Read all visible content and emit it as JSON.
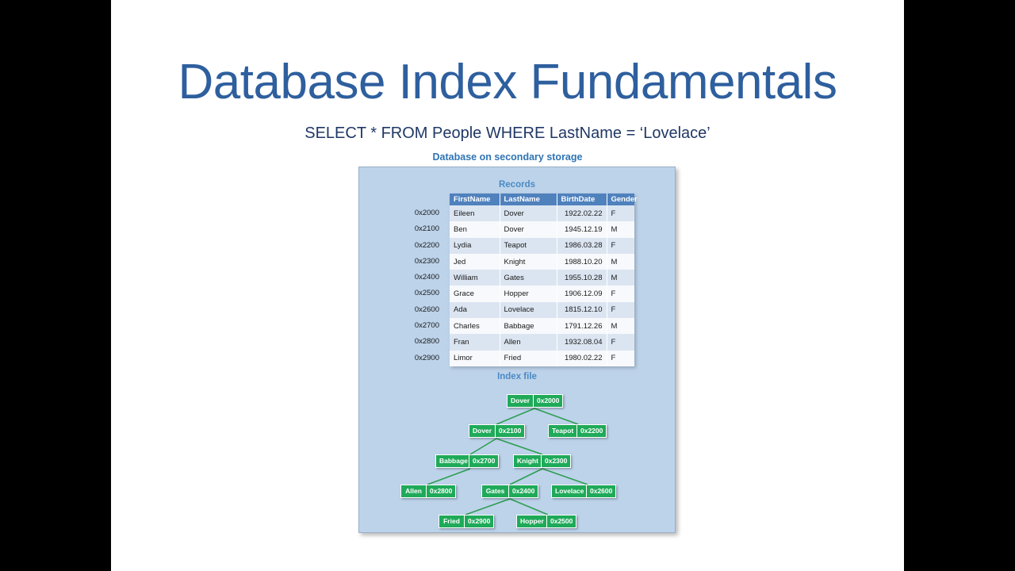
{
  "slide": {
    "title": "Database Index Fundamentals",
    "query": "SELECT * FROM People WHERE LastName = ‘Lovelace’",
    "panel_caption": "Database on secondary storage",
    "colors": {
      "title": "#2e5f9e",
      "query": "#1f3864",
      "caption": "#2e74b5",
      "panel_background": "#bdd3ea",
      "table_header": "#4f81bd",
      "node_green": "#1faa59",
      "letterbox": "#000000"
    }
  },
  "records": {
    "label": "Records",
    "columns": [
      "FirstName",
      "LastName",
      "BirthDate",
      "Gender"
    ],
    "rows": [
      {
        "address": "0x2000",
        "first": "Eileen",
        "last": "Dover",
        "birth": "1922.02.22",
        "gender": "F"
      },
      {
        "address": "0x2100",
        "first": "Ben",
        "last": "Dover",
        "birth": "1945.12.19",
        "gender": "M"
      },
      {
        "address": "0x2200",
        "first": "Lydia",
        "last": "Teapot",
        "birth": "1986.03.28",
        "gender": "F"
      },
      {
        "address": "0x2300",
        "first": "Jed",
        "last": "Knight",
        "birth": "1988.10.20",
        "gender": "M"
      },
      {
        "address": "0x2400",
        "first": "William",
        "last": "Gates",
        "birth": "1955.10.28",
        "gender": "M"
      },
      {
        "address": "0x2500",
        "first": "Grace",
        "last": "Hopper",
        "birth": "1906.12.09",
        "gender": "F"
      },
      {
        "address": "0x2600",
        "first": "Ada",
        "last": "Lovelace",
        "birth": "1815.12.10",
        "gender": "F"
      },
      {
        "address": "0x2700",
        "first": "Charles",
        "last": "Babbage",
        "birth": "1791.12.26",
        "gender": "M"
      },
      {
        "address": "0x2800",
        "first": "Fran",
        "last": "Allen",
        "birth": "1932.08.04",
        "gender": "F"
      },
      {
        "address": "0x2900",
        "first": "Limor",
        "last": "Fried",
        "birth": "1980.02.22",
        "gender": "F"
      }
    ]
  },
  "index_file": {
    "label": "Index file",
    "nodes": [
      {
        "id": "root",
        "key": "Dover",
        "address": "0x2000"
      },
      {
        "id": "l1a",
        "key": "Dover",
        "address": "0x2100"
      },
      {
        "id": "l1b",
        "key": "Teapot",
        "address": "0x2200"
      },
      {
        "id": "l2a",
        "key": "Babbage",
        "address": "0x2700"
      },
      {
        "id": "l2b",
        "key": "Knight",
        "address": "0x2300"
      },
      {
        "id": "l3a",
        "key": "Allen",
        "address": "0x2800"
      },
      {
        "id": "l3b",
        "key": "Gates",
        "address": "0x2400"
      },
      {
        "id": "l3c",
        "key": "Lovelace",
        "address": "0x2600"
      },
      {
        "id": "l4a",
        "key": "Fried",
        "address": "0x2900"
      },
      {
        "id": "l4b",
        "key": "Hopper",
        "address": "0x2500"
      }
    ],
    "edges": [
      [
        "root",
        "l1a"
      ],
      [
        "root",
        "l1b"
      ],
      [
        "l1a",
        "l2a"
      ],
      [
        "l1a",
        "l2b"
      ],
      [
        "l2a",
        "l3a"
      ],
      [
        "l2b",
        "l3b"
      ],
      [
        "l2b",
        "l3c"
      ],
      [
        "l3b",
        "l4a"
      ],
      [
        "l3b",
        "l4b"
      ]
    ]
  }
}
